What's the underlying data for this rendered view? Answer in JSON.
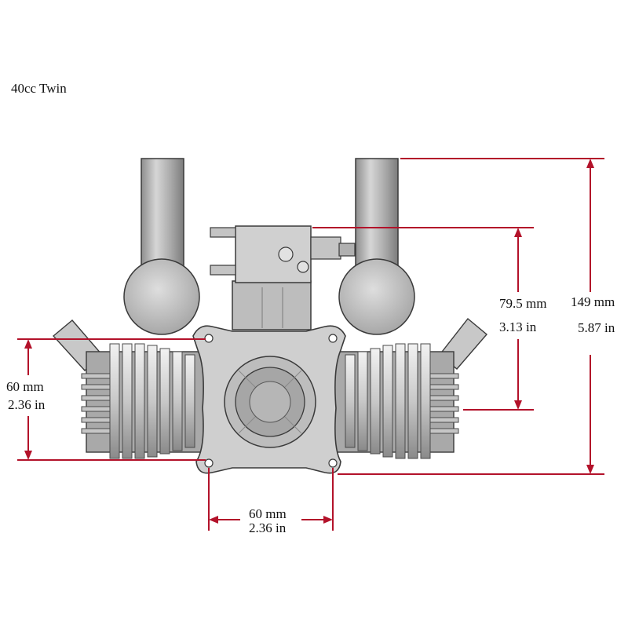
{
  "title": "40cc Twin",
  "dimensions": {
    "total_height": {
      "mm": "149 mm",
      "in": "5.87 in"
    },
    "carb_height": {
      "mm": "79.5 mm",
      "in": "3.13 in"
    },
    "mount_height": {
      "mm": "60 mm",
      "in": "2.36 in"
    },
    "mount_width": {
      "mm": "60 mm",
      "in": "2.36 in"
    }
  },
  "colors": {
    "dimension_line": "#b3122a",
    "metal_light": "#d9d9d9",
    "metal_mid": "#b8b8b8",
    "metal_dark": "#6e6e6e",
    "outline": "#3a3a3a"
  }
}
